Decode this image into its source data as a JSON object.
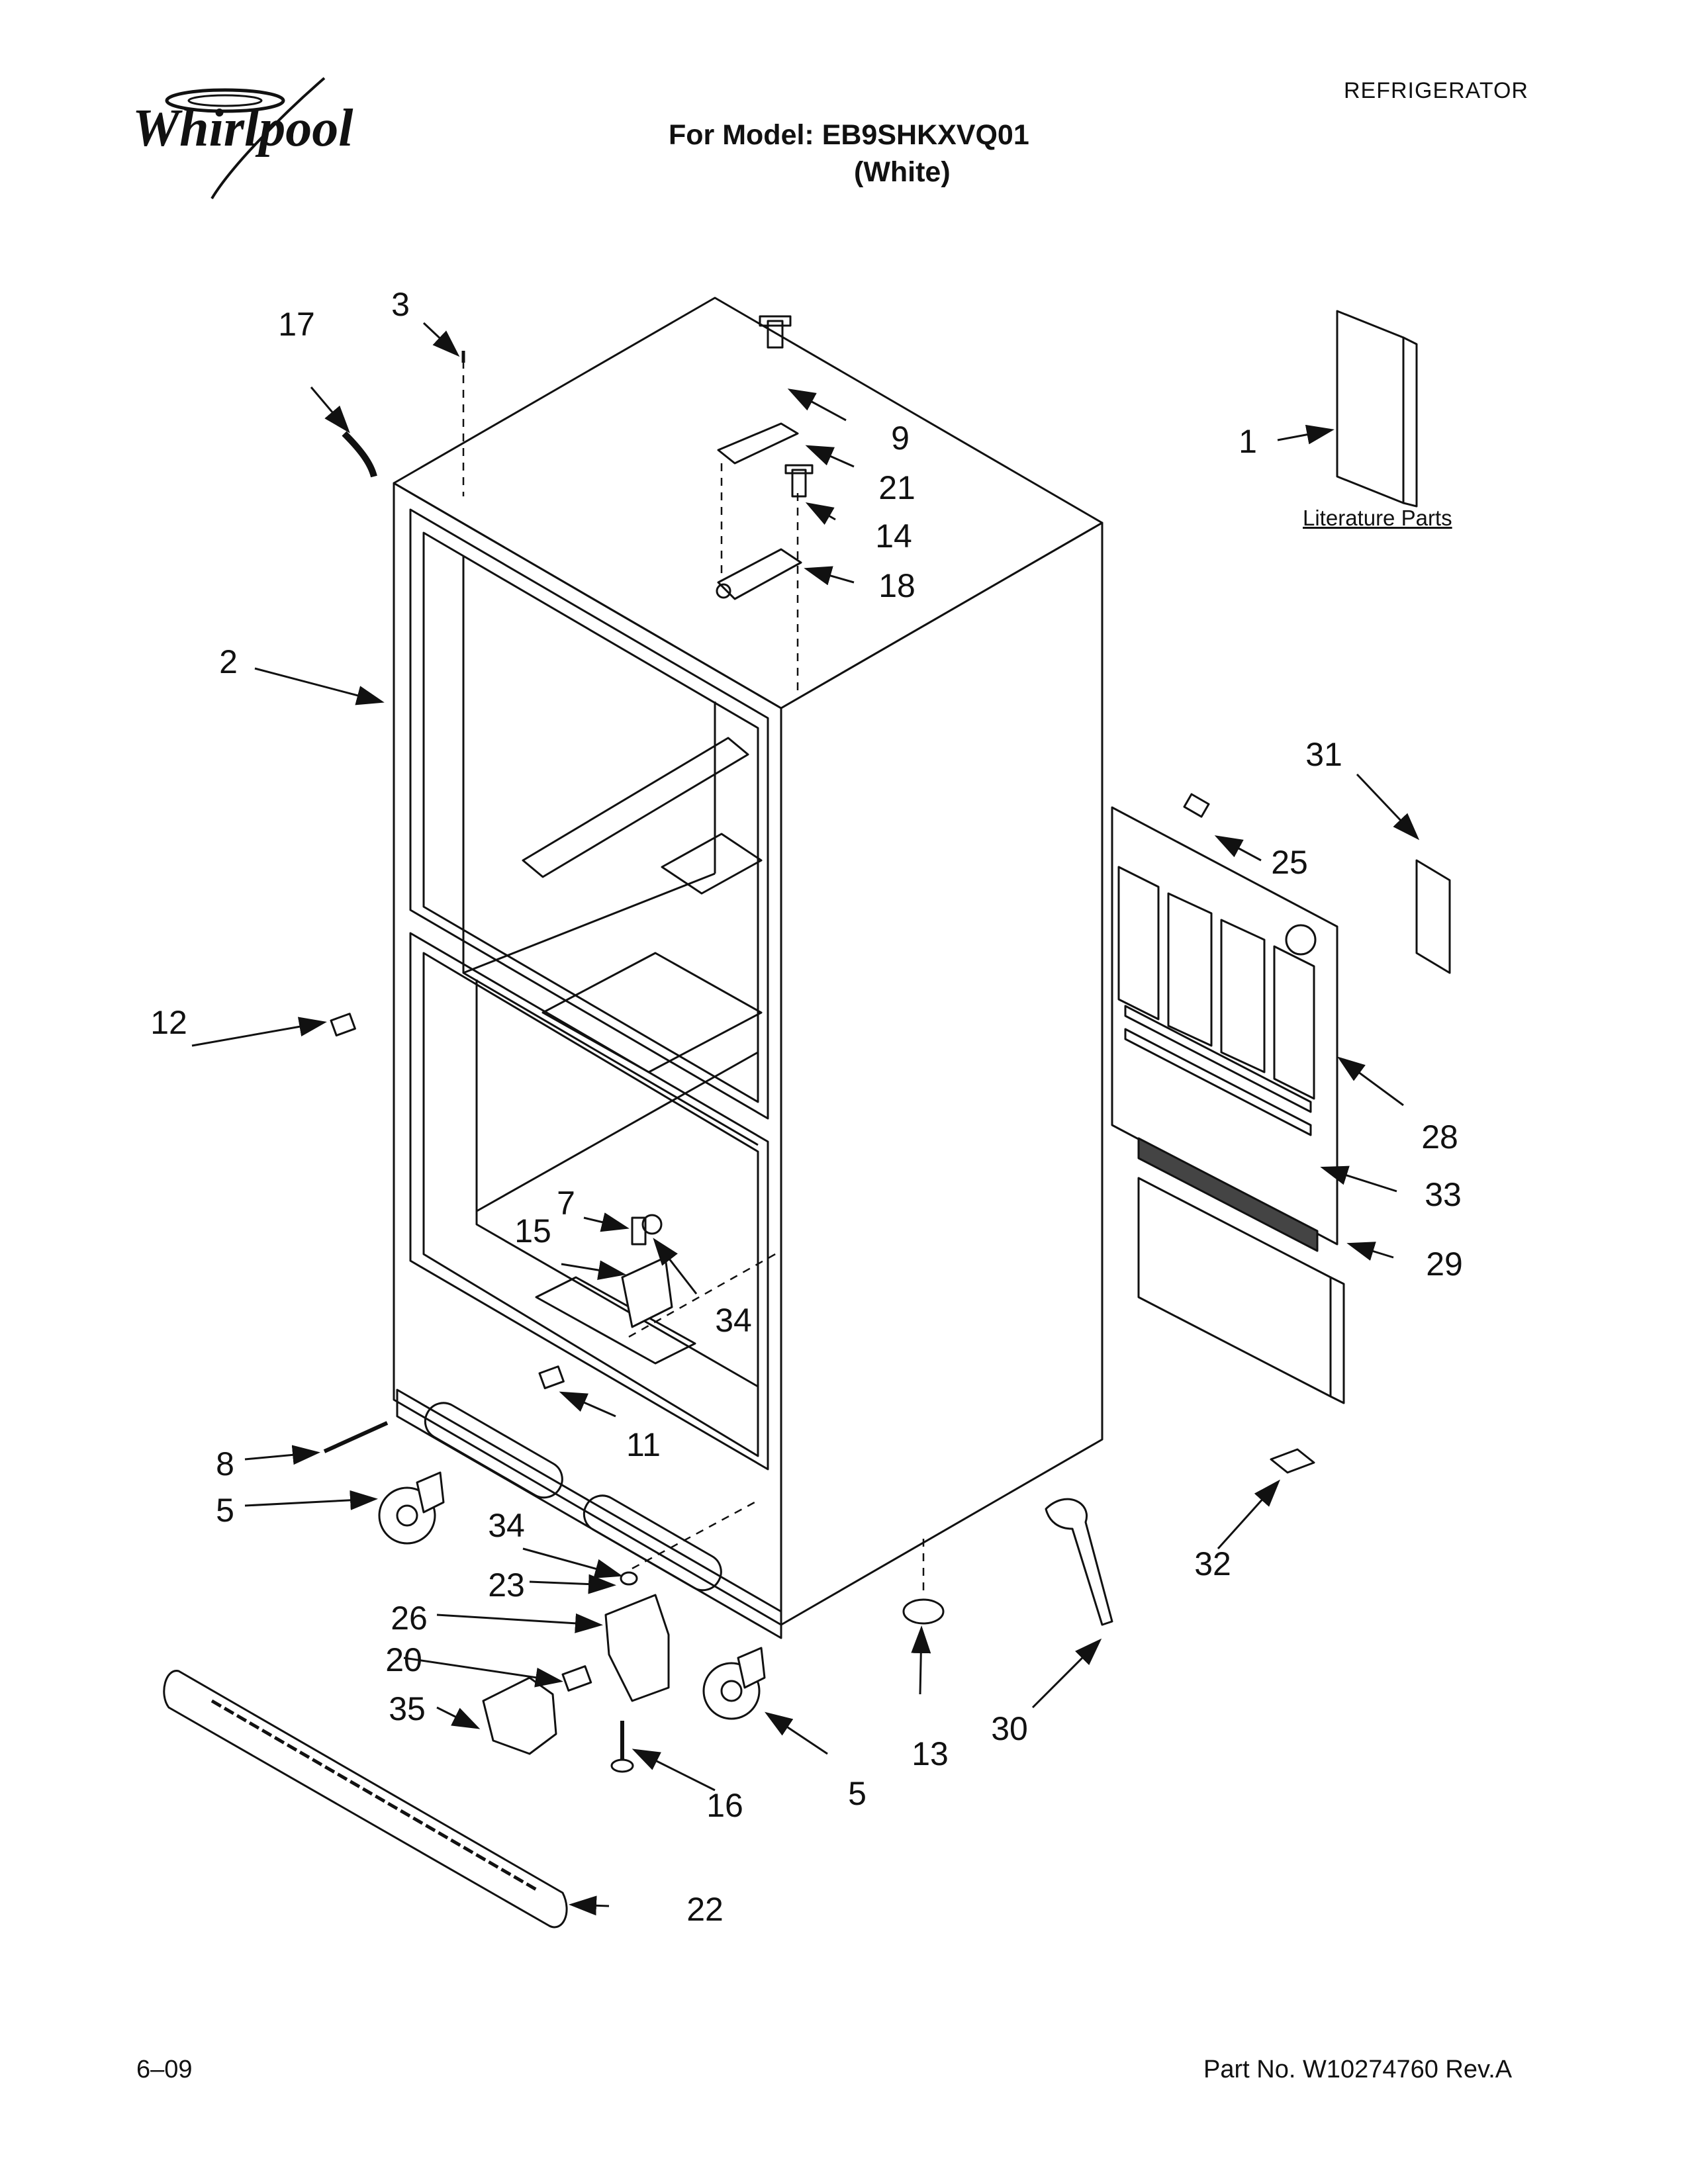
{
  "header": {
    "category": "REFRIGERATOR",
    "model_line": "For Model: EB9SHKXVQ01",
    "color_line": "(White)",
    "brand": "Whirlpool"
  },
  "footer": {
    "date": "6–09",
    "part_number": "Part No. W10274760 Rev.A"
  },
  "literature_label": "Literature Parts",
  "callouts": {
    "c1": "1",
    "c2": "2",
    "c3": "3",
    "c5a": "5",
    "c5b": "5",
    "c7": "7",
    "c8": "8",
    "c9": "9",
    "c11": "11",
    "c12": "12",
    "c13": "13",
    "c14": "14",
    "c15": "15",
    "c16": "16",
    "c17": "17",
    "c18": "18",
    "c20": "20",
    "c21": "21",
    "c22": "22",
    "c23": "23",
    "c25": "25",
    "c26": "26",
    "c28": "28",
    "c29": "29",
    "c30": "30",
    "c31": "31",
    "c32": "32",
    "c33": "33",
    "c34a": "34",
    "c34b": "34",
    "c35": "35"
  },
  "colors": {
    "line": "#111111",
    "paper": "#ffffff"
  }
}
